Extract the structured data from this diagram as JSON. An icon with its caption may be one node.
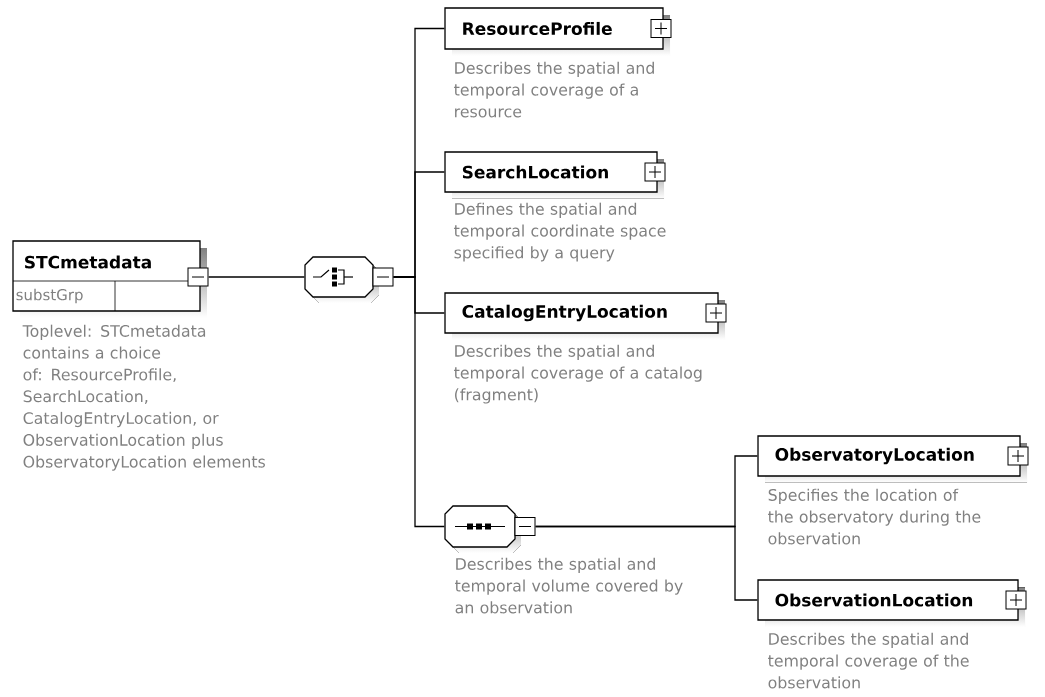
{
  "diagram": {
    "nodes": [
      {
        "text": [
          "STCmetadata",
          "substGrp"
        ],
        "beside": [
          "Toplevel: STCmetadata contains a choice of: ResourceProfile, SearchLocation, CatalogEntryLocation, or ObservationLocation plus ObservatoryLocation elements"
        ]
      },
      {
        "text": [],
        "shape": "octagon"
      },
      {
        "text": [
          "ResourceProfile"
        ],
        "beside": [
          "Describes the spatial and temporal coverage of a resource"
        ]
      },
      {
        "text": [
          "SearchLocation"
        ],
        "beside": [
          "Defines the spatial and temporal coordinate space specified by a query"
        ]
      },
      {
        "text": [
          "CatalogEntryLocation"
        ],
        "beside": [
          "Describes the spatial and temporal coverage of a catalog (fragment)"
        ]
      },
      {
        "text": [],
        "shape": "octagon",
        "beside": [
          "Describes the spatial and temporal volume covered by an observation"
        ]
      },
      {
        "text": [
          "ObservatoryLocation"
        ],
        "beside": [
          "Specifies the location of the observatory during the observation"
        ]
      },
      {
        "text": [
          "ObservationLocation"
        ],
        "beside": [
          "Describes the spatial and temporal coverage of the observation"
        ]
      }
    ],
    "edges": [
      {
        "from": 0,
        "to": 1,
        "arrow": "none"
      },
      {
        "from": 1,
        "to": 2,
        "arrow": "none"
      },
      {
        "from": 1,
        "to": 3,
        "arrow": "none"
      },
      {
        "from": 1,
        "to": 4,
        "arrow": "none"
      },
      {
        "from": 1,
        "to": 5,
        "arrow": "none"
      },
      {
        "from": 5,
        "to": 6,
        "arrow": "none"
      },
      {
        "from": 5,
        "to": 7,
        "arrow": "none"
      }
    ]
  }
}
